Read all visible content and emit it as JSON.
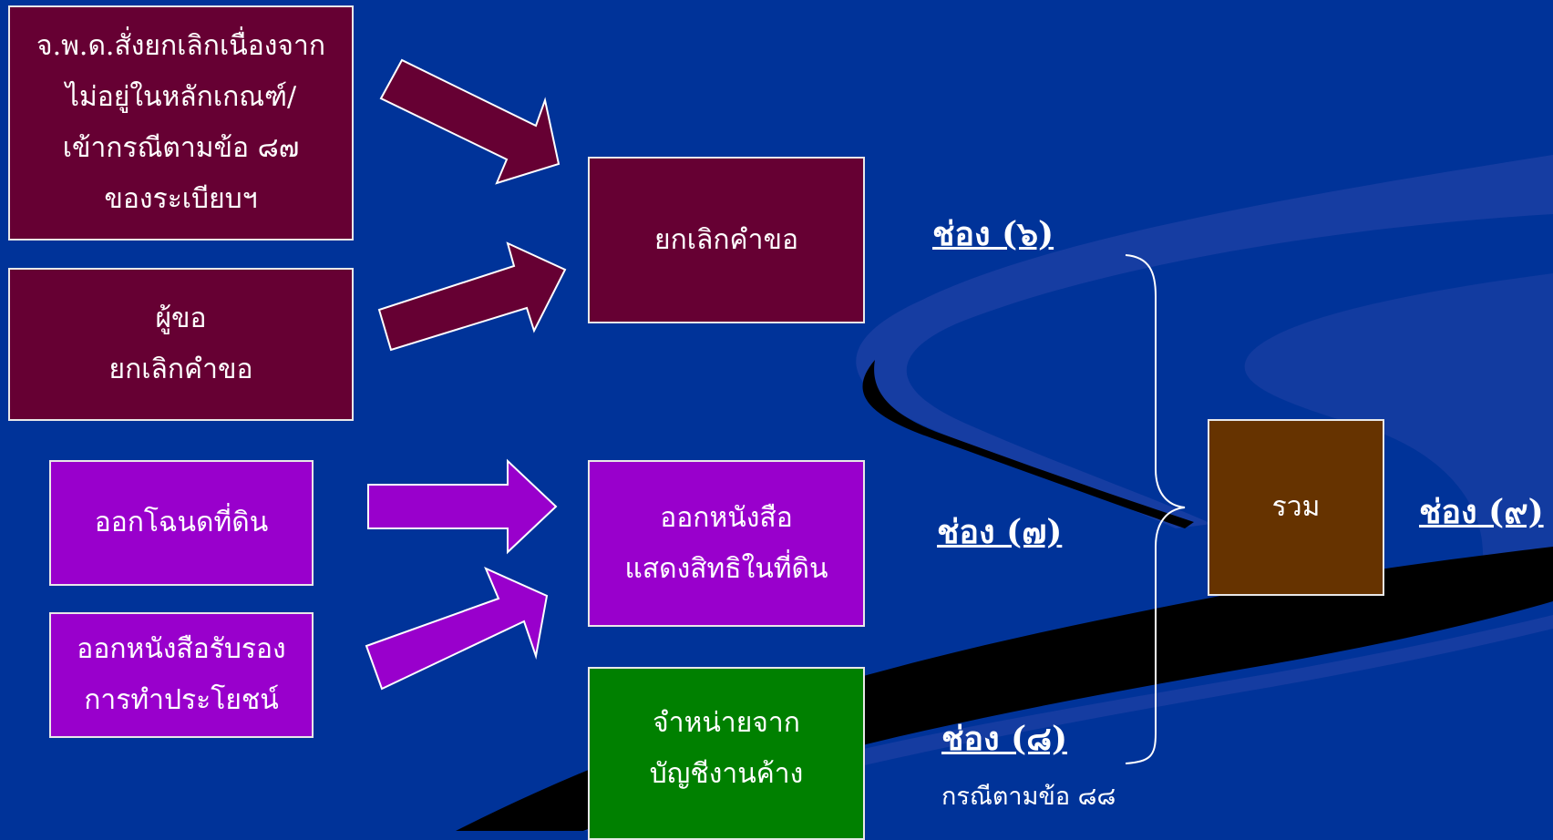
{
  "colors": {
    "background": "#003399",
    "maroon": "#660033",
    "purple": "#9900cc",
    "green": "#008000",
    "brown": "#663300"
  },
  "sources": {
    "cancel_by_official": [
      "จ.พ.ด.สั่งยกเลิกเนื่องจาก",
      "ไม่อยู่ในหลักเกณฑ์/",
      "เข้ากรณีตามข้อ ๘๗",
      "ของระเบียบฯ"
    ],
    "applicant_cancel": [
      "ผู้ขอ",
      "ยกเลิกคำขอ"
    ],
    "issue_title_deed": [
      "ออกโฉนดที่ดิน"
    ],
    "issue_certificate": [
      "ออกหนังสือรับรอง",
      "การทำประโยชน์"
    ]
  },
  "outcomes": {
    "cancel_request": [
      "ยกเลิกคำขอ"
    ],
    "issue_land_rights": [
      "ออกหนังสือ",
      "แสดงสิทธิในที่ดิน"
    ],
    "dispose_backlog": [
      "จำหน่ายจาก",
      "บัญชีงานค้าง"
    ]
  },
  "columns": {
    "col6": "ช่อง (๖)",
    "col7": "ช่อง (๗)",
    "col8": "ช่อง (๘)",
    "col8_note": "กรณีตามข้อ ๘๘",
    "col9": "ช่อง (๙)"
  },
  "total": {
    "label": "รวม"
  }
}
